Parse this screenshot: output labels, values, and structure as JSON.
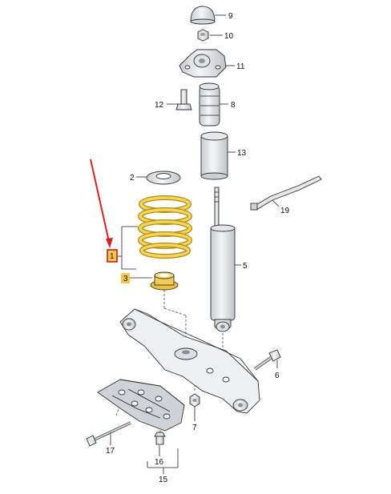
{
  "callouts": {
    "c1": "1",
    "c2": "2",
    "c3": "3",
    "c5": "5",
    "c6": "6",
    "c7": "7",
    "c8": "8",
    "c9": "9",
    "c10": "10",
    "c11": "11",
    "c12": "12",
    "c13": "13",
    "c15": "15",
    "c16": "16",
    "c17": "17",
    "c19": "19"
  },
  "colors": {
    "spring": "#e8c23a",
    "highlight_fill": "#f3c74a",
    "highlight_border": "#d21c1c",
    "arrow": "#e02020",
    "metal": "#e9ebee",
    "metal_shade": "#c9ccd1"
  },
  "highlighted_parts": [
    "1",
    "3"
  ]
}
